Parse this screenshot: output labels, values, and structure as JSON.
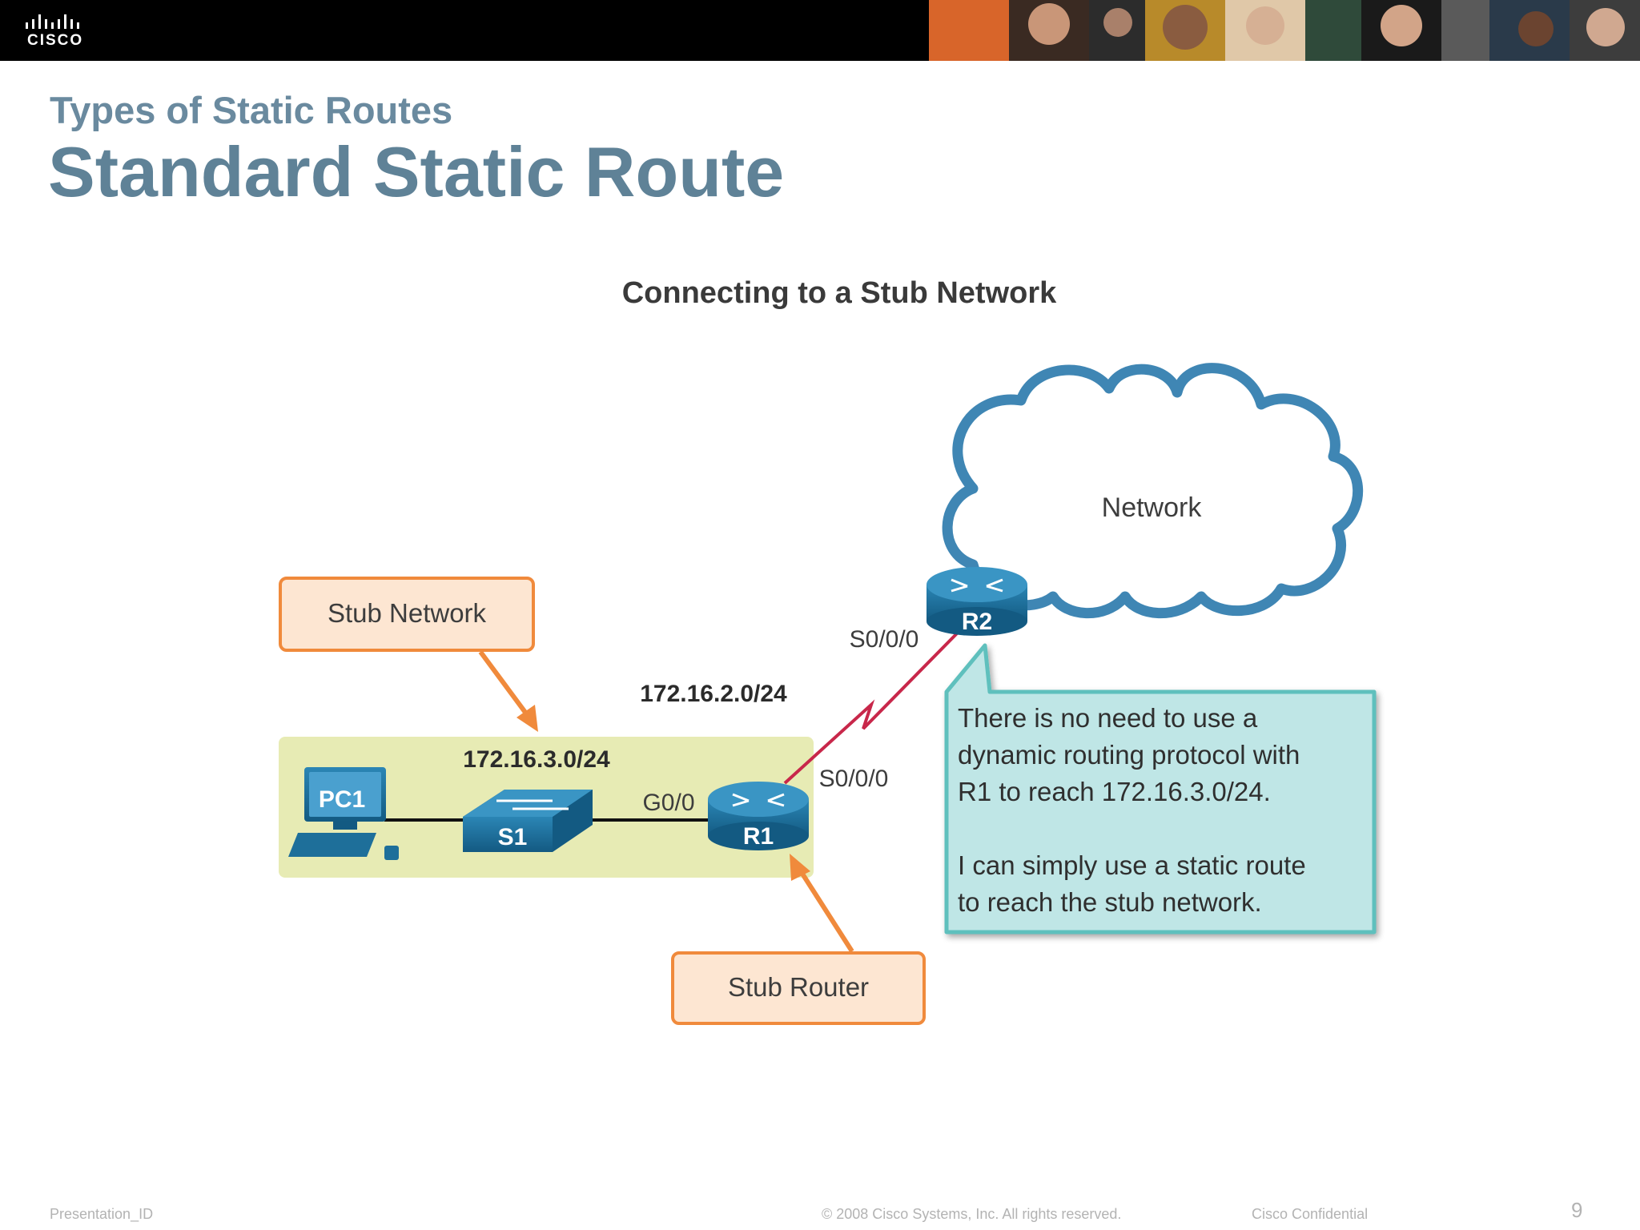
{
  "header": {
    "logo_text": "CISCO",
    "colors": {
      "bar": "#000000",
      "title": "#5f8297",
      "subtitle": "#6a8a9f"
    }
  },
  "slide": {
    "subtitle": "Types of Static Routes",
    "title": "Standard Static Route"
  },
  "diagram": {
    "heading": "Connecting to a Stub Network",
    "cloud_label": "Network",
    "callouts": {
      "stub_network": "Stub Network",
      "stub_router": "Stub Router"
    },
    "networks": {
      "wan": "172.16.2.0/24",
      "lan": "172.16.3.0/24"
    },
    "interfaces": {
      "r2_serial": "S0/0/0",
      "r1_serial": "S0/0/0",
      "r1_gig": "G0/0"
    },
    "devices": {
      "pc": "PC1",
      "switch": "S1",
      "router1": "R1",
      "router2": "R2"
    },
    "speech": {
      "line1": "There is no need to use a",
      "line2": "dynamic routing protocol with",
      "line3": "R1 to reach 172.16.3.0/24.",
      "line4": "I can simply use a static route",
      "line5": "to reach the stub network."
    },
    "colors": {
      "device": "#1e6f9a",
      "stub_area": "#e7ebb4",
      "callout_fill": "#fde6d2",
      "callout_border": "#f08a3c",
      "speech_fill": "#bfe6e6",
      "speech_border": "#5fc0bd",
      "serial_link": "#c8274a",
      "cloud_border": "#3f86b4"
    }
  },
  "footer": {
    "left": "Presentation_ID",
    "center": "© 2008 Cisco Systems, Inc. All rights reserved.",
    "right": "Cisco Confidential",
    "page": "9"
  }
}
